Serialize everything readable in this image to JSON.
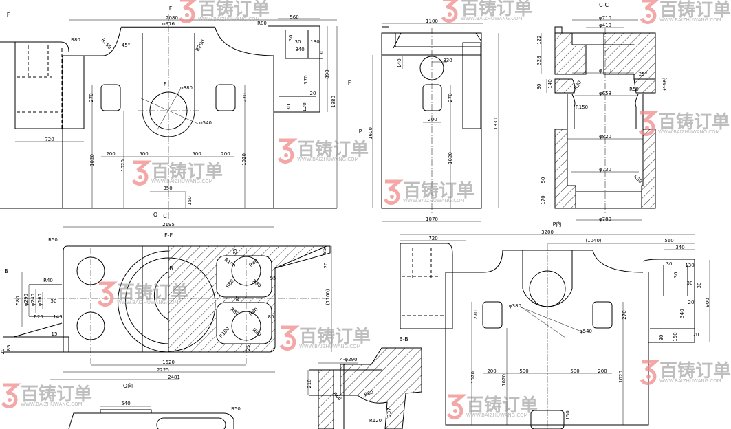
{
  "colors": {
    "line": "#000000",
    "watermark_logo": "#f08a8a",
    "watermark_text": "#8a8a8a"
  },
  "watermark": {
    "brand": "百铸订单",
    "url": "WWW.BAIZHUWANG.COM"
  },
  "front_view": {
    "labels": [
      "2080",
      "φ976",
      "R80",
      "R250",
      "45°",
      "R200",
      "R80",
      "560",
      "30",
      "30",
      "130",
      "340",
      "30",
      "890",
      "370",
      "20",
      "30",
      "120",
      "1980",
      "φ380",
      "φ540",
      "270",
      "270",
      "720",
      "200",
      "500",
      "500",
      "200",
      "1020",
      "1020",
      "1020",
      "350",
      "150",
      "2195"
    ],
    "markers": [
      "F",
      "F",
      "F",
      "F",
      "C",
      "Q"
    ]
  },
  "side_view": {
    "labels": [
      "1100",
      "330",
      "140",
      "270",
      "200",
      "1600",
      "1830",
      "1020",
      "1070"
    ],
    "marker": "P"
  },
  "section_cc": {
    "title": "C-C",
    "labels": [
      "φ710",
      "φ410",
      "φ710",
      "φ658",
      "φ820",
      "φ730",
      "φ780",
      "122",
      "328",
      "30",
      "140",
      "(118)",
      "R30",
      "R50",
      "25°",
      "R150",
      "R30",
      "50",
      "170"
    ]
  },
  "section_ff": {
    "title": "F-F",
    "labels": [
      "R50",
      "B",
      "B",
      "R40",
      "φ290",
      "φ240",
      "φ160",
      "50",
      "580",
      "R25",
      "143",
      "15",
      "85",
      "20",
      "R100",
      "R80",
      "R80",
      "R80",
      "95",
      "80",
      "R80",
      "R80",
      "80",
      "R100",
      "R80",
      "25",
      "25",
      "85",
      "20",
      "(1100)",
      "1620",
      "2225",
      "2481"
    ]
  },
  "view_q": {
    "title": "Q向",
    "labels": [
      "540",
      "R50"
    ]
  },
  "section_bb": {
    "title": "B-B",
    "labels": [
      "4-φ290",
      "210",
      "R60",
      "R60",
      "337",
      "R120"
    ]
  },
  "view_p": {
    "title": "P向",
    "labels": [
      "3200",
      "720",
      "(1040)",
      "560",
      "340",
      "30",
      "30",
      "130",
      "30",
      "30",
      "20",
      "900",
      "340",
      "30",
      "150",
      "20",
      "φ380",
      "φ540",
      "270",
      "270",
      "200",
      "500",
      "500",
      "200",
      "1020",
      "1020",
      "1020",
      "150"
    ]
  }
}
